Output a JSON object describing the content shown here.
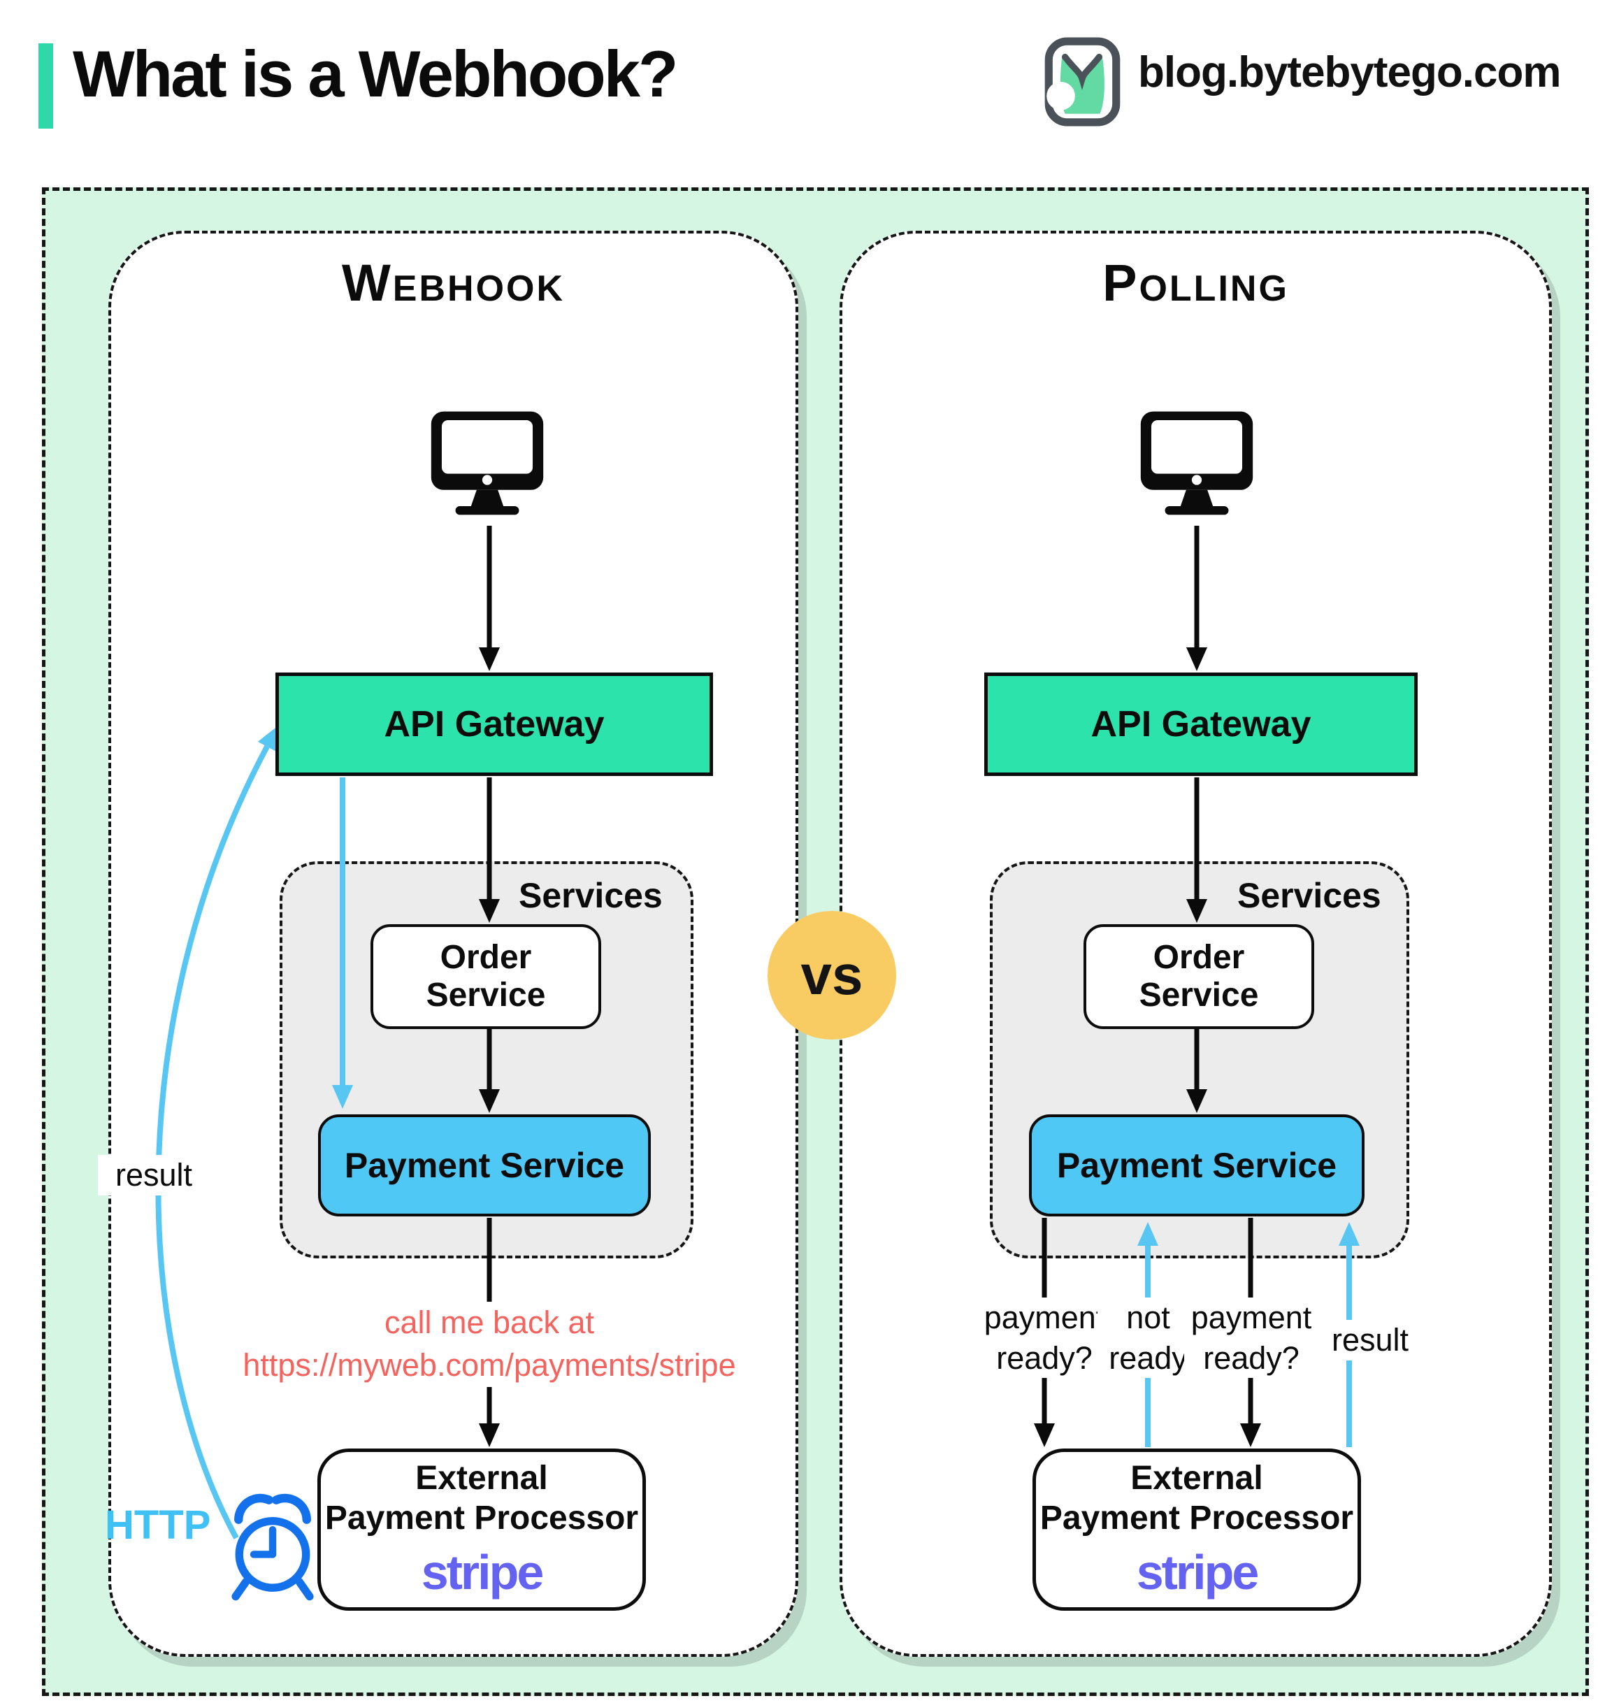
{
  "header": {
    "title": "What is a Webhook?",
    "site": "blog.bytebytego.com"
  },
  "vs_label": "vs",
  "webhook": {
    "title": "Webhook",
    "api_gateway": "API Gateway",
    "services_label": "Services",
    "order_service": "Order\nService",
    "payment_service": "Payment Service",
    "external_processor": "External\nPayment Processor",
    "stripe_brand": "stripe",
    "callback_note": "call me back at\nhttps://myweb.com/payments/stripe",
    "result_label": "result",
    "http_label": "HTTP"
  },
  "polling": {
    "title": "Polling",
    "api_gateway": "API Gateway",
    "services_label": "Services",
    "order_service": "Order\nService",
    "payment_service": "Payment Service",
    "external_processor": "External\nPayment Processor",
    "stripe_brand": "stripe",
    "flow_labels": [
      "payment\nready?",
      "not\nready",
      "payment\nready?",
      "result"
    ]
  },
  "colors": {
    "accent_teal": "#2ed9a7",
    "mint_background": "#d6f6e4",
    "gateway_teal": "#2ce3ab",
    "payment_blue": "#50c8f5",
    "arrow_blue": "#58c6f2",
    "callback_red": "#f4635e",
    "vs_yellow": "#f8cc62",
    "stripe_purple": "#6462f0",
    "clock_blue": "#1371ec"
  },
  "icons": {
    "logo": "bytebytego-logo",
    "client": "desktop-monitor-icon",
    "timer": "alarm-clock-icon"
  }
}
